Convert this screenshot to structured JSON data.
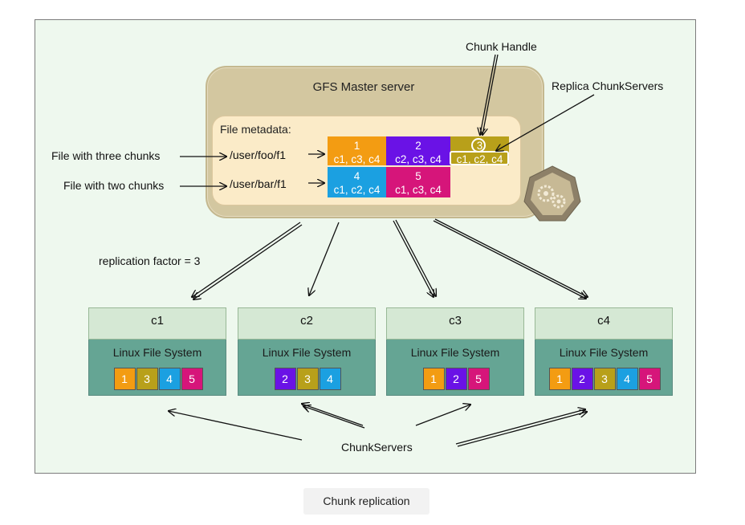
{
  "master": {
    "title": "GFS Master server",
    "metadata_title": "File metadata:"
  },
  "labels": {
    "chunk_handle": "Chunk Handle",
    "replica_chunkservers": "Replica ChunkServers",
    "file_three_chunks": "File with three chunks",
    "file_two_chunks": "File with two chunks",
    "replication_factor": "replication factor = 3",
    "chunkservers": "ChunkServers"
  },
  "files": [
    {
      "path": "/user/foo/f1",
      "chunks": [
        {
          "id": "1",
          "servers": "c1, c3, c4",
          "color": "#f39c12"
        },
        {
          "id": "2",
          "servers": "c2, c3, c4",
          "color": "#6a12e6"
        },
        {
          "id": "3",
          "servers": "c1,  c2, c4",
          "color": "#b8a01a"
        }
      ]
    },
    {
      "path": "/user/bar/f1",
      "chunks": [
        {
          "id": "4",
          "servers": "c1, c2, c4",
          "color": "#1ba0e1"
        },
        {
          "id": "5",
          "servers": "c1, c3, c4",
          "color": "#d6157a"
        }
      ]
    }
  ],
  "chunk_colors": {
    "1": "#f39c12",
    "2": "#6a12e6",
    "3": "#b8a01a",
    "4": "#1ba0e1",
    "5": "#d6157a"
  },
  "chunkservers": [
    {
      "name": "c1",
      "fs": "Linux File System",
      "chunks": [
        "1",
        "3",
        "4",
        "5"
      ]
    },
    {
      "name": "c2",
      "fs": "Linux File System",
      "chunks": [
        "2",
        "3",
        "4"
      ]
    },
    {
      "name": "c3",
      "fs": "Linux File System",
      "chunks": [
        "1",
        "2",
        "5"
      ]
    },
    {
      "name": "c4",
      "fs": "Linux File System",
      "chunks": [
        "1",
        "2",
        "3",
        "4",
        "5"
      ]
    }
  ],
  "caption": "Chunk replication"
}
